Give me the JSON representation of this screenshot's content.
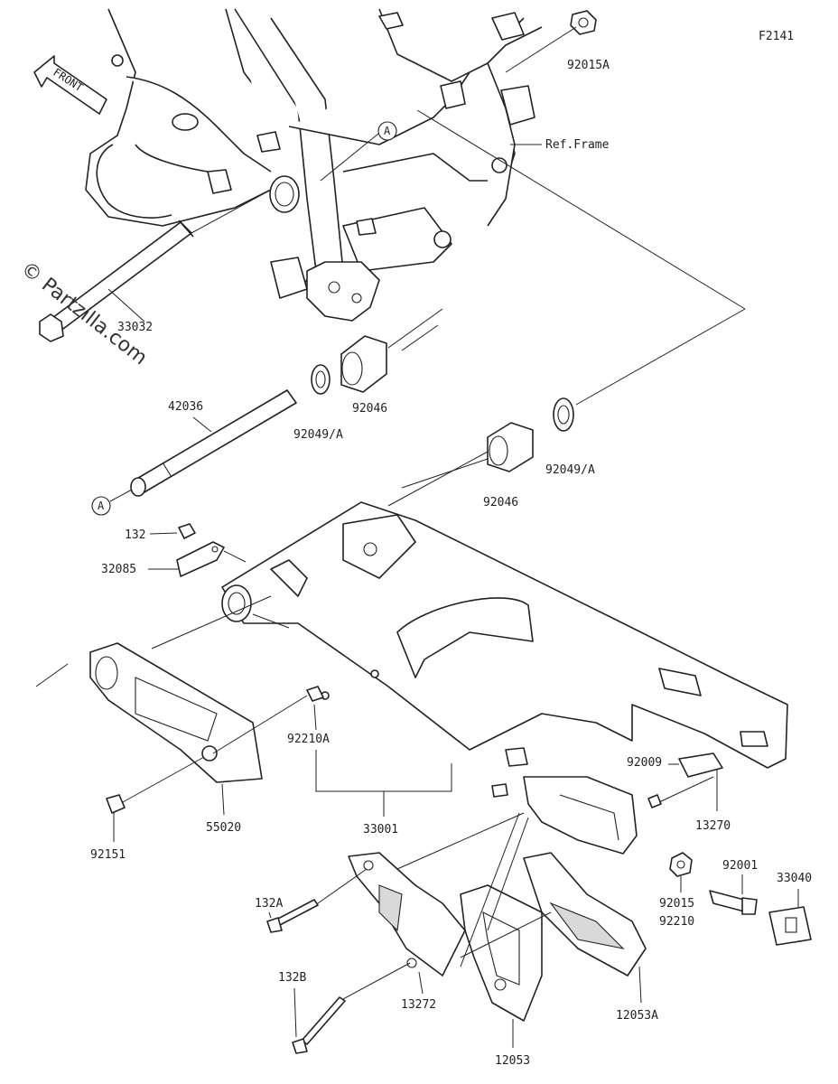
{
  "figure_code": "F2141",
  "front_label": "FRONT",
  "watermark": "© Partzilla.com",
  "ref_frame": "Ref.Frame",
  "callout_a": "A",
  "parts": {
    "p92015A": "92015A",
    "p33032": "33032",
    "p42036": "42036",
    "p92046_upper": "92046",
    "p92049A_upper": "92049/A",
    "p92046_lower": "92046",
    "p92049A_lower": "92049/A",
    "p132": "132",
    "p32085": "32085",
    "p92210A": "92210A",
    "p33001": "33001",
    "p55020": "55020",
    "p92151": "92151",
    "p92009": "92009",
    "p13270": "13270",
    "p92015": "92015",
    "p92210": "92210",
    "p92001": "92001",
    "p33040": "33040",
    "p132A": "132A",
    "p132B": "132B",
    "p13272": "13272",
    "p12053": "12053",
    "p12053A": "12053A"
  }
}
